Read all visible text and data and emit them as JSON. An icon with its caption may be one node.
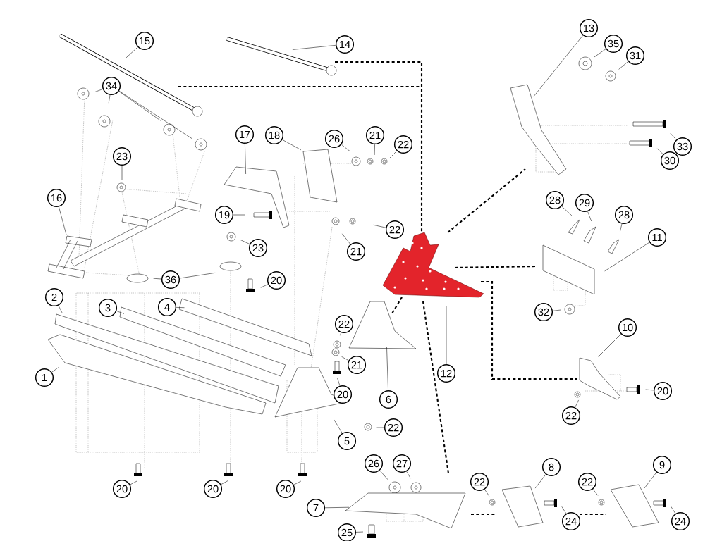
{
  "diagram": {
    "nodes": [
      {
        "text": [
          "13"
        ]
      },
      {
        "text": [
          "15"
        ]
      },
      {
        "text": [
          "14"
        ]
      },
      {
        "text": [
          "35"
        ]
      },
      {
        "text": [
          "31"
        ]
      },
      {
        "text": [
          "34"
        ]
      },
      {
        "text": [
          "17"
        ]
      },
      {
        "text": [
          "18"
        ]
      },
      {
        "text": [
          "26"
        ]
      },
      {
        "text": [
          "21"
        ]
      },
      {
        "text": [
          "22"
        ]
      },
      {
        "text": [
          "33"
        ]
      },
      {
        "text": [
          "30"
        ]
      },
      {
        "text": [
          "23"
        ]
      },
      {
        "text": [
          "16"
        ]
      },
      {
        "text": [
          "28"
        ]
      },
      {
        "text": [
          "29"
        ]
      },
      {
        "text": [
          "28"
        ]
      },
      {
        "text": [
          "19"
        ]
      },
      {
        "text": [
          "22"
        ]
      },
      {
        "text": [
          "11"
        ]
      },
      {
        "text": [
          "23"
        ]
      },
      {
        "text": [
          "21"
        ]
      },
      {
        "text": [
          "36"
        ]
      },
      {
        "text": [
          "20"
        ]
      },
      {
        "text": [
          "2"
        ]
      },
      {
        "text": [
          "4"
        ]
      },
      {
        "text": [
          "3"
        ]
      },
      {
        "text": [
          "32"
        ]
      },
      {
        "text": [
          "10"
        ]
      },
      {
        "text": [
          "22"
        ]
      },
      {
        "text": [
          "21"
        ]
      },
      {
        "text": [
          "12"
        ]
      },
      {
        "text": [
          "1"
        ]
      },
      {
        "text": [
          "20"
        ]
      },
      {
        "text": [
          "20"
        ]
      },
      {
        "text": [
          "6"
        ]
      },
      {
        "text": [
          "22"
        ]
      },
      {
        "text": [
          "22"
        ]
      },
      {
        "text": [
          "5"
        ]
      },
      {
        "text": [
          "26"
        ]
      },
      {
        "text": [
          "27"
        ]
      },
      {
        "text": [
          "8"
        ]
      },
      {
        "text": [
          "9"
        ]
      },
      {
        "text": [
          "20"
        ]
      },
      {
        "text": [
          "20"
        ]
      },
      {
        "text": [
          "20"
        ]
      },
      {
        "text": [
          "22"
        ]
      },
      {
        "text": [
          "22"
        ]
      },
      {
        "text": [
          "7"
        ]
      },
      {
        "text": [
          "24"
        ]
      },
      {
        "text": [
          "24"
        ]
      },
      {
        "text": [
          "25"
        ]
      }
    ],
    "edges": [
      {
        "from": 0,
        "to": null,
        "arrow": "none"
      },
      {
        "from": 1,
        "to": null,
        "arrow": "none"
      },
      {
        "from": 2,
        "to": null,
        "arrow": "none"
      },
      {
        "from": 3,
        "to": null,
        "arrow": "none"
      },
      {
        "from": 4,
        "to": null,
        "arrow": "none"
      },
      {
        "from": 5,
        "to": null,
        "arrow": "none"
      },
      {
        "from": 5,
        "to": null,
        "arrow": "none"
      },
      {
        "from": 5,
        "to": null,
        "arrow": "none"
      },
      {
        "from": 5,
        "to": null,
        "arrow": "none"
      },
      {
        "from": 6,
        "to": null,
        "arrow": "none"
      },
      {
        "from": 7,
        "to": null,
        "arrow": "none"
      },
      {
        "from": 8,
        "to": null,
        "arrow": "none"
      },
      {
        "from": 9,
        "to": null,
        "arrow": "none"
      },
      {
        "from": 10,
        "to": null,
        "arrow": "none"
      },
      {
        "from": 11,
        "to": null,
        "arrow": "none"
      },
      {
        "from": 12,
        "to": null,
        "arrow": "none"
      },
      {
        "from": 13,
        "to": null,
        "arrow": "none"
      },
      {
        "from": 14,
        "to": null,
        "arrow": "none"
      },
      {
        "from": 15,
        "to": null,
        "arrow": "none"
      },
      {
        "from": 16,
        "to": null,
        "arrow": "none"
      },
      {
        "from": 17,
        "to": null,
        "arrow": "none"
      },
      {
        "from": 18,
        "to": null,
        "arrow": "none"
      },
      {
        "from": 19,
        "to": null,
        "arrow": "none"
      },
      {
        "from": 20,
        "to": null,
        "arrow": "none"
      },
      {
        "from": 21,
        "to": null,
        "arrow": "none"
      },
      {
        "from": 22,
        "to": null,
        "arrow": "none"
      },
      {
        "from": 23,
        "to": null,
        "arrow": "none"
      },
      {
        "from": 23,
        "to": null,
        "arrow": "none"
      },
      {
        "from": 24,
        "to": null,
        "arrow": "none"
      },
      {
        "from": 25,
        "to": null,
        "arrow": "none"
      },
      {
        "from": 26,
        "to": null,
        "arrow": "none"
      },
      {
        "from": 27,
        "to": null,
        "arrow": "none"
      },
      {
        "from": 28,
        "to": null,
        "arrow": "none"
      },
      {
        "from": 29,
        "to": null,
        "arrow": "none"
      },
      {
        "from": 30,
        "to": null,
        "arrow": "none"
      },
      {
        "from": 31,
        "to": null,
        "arrow": "none"
      },
      {
        "from": 32,
        "to": null,
        "arrow": "none"
      },
      {
        "from": 33,
        "to": null,
        "arrow": "none"
      },
      {
        "from": 34,
        "to": null,
        "arrow": "none"
      },
      {
        "from": 35,
        "to": null,
        "arrow": "none"
      },
      {
        "from": 36,
        "to": null,
        "arrow": "none"
      },
      {
        "from": 37,
        "to": null,
        "arrow": "none"
      },
      {
        "from": 38,
        "to": null,
        "arrow": "none"
      },
      {
        "from": 39,
        "to": null,
        "arrow": "none"
      },
      {
        "from": 40,
        "to": null,
        "arrow": "none"
      },
      {
        "from": 41,
        "to": null,
        "arrow": "none"
      },
      {
        "from": 42,
        "to": null,
        "arrow": "none"
      },
      {
        "from": 43,
        "to": null,
        "arrow": "none"
      },
      {
        "from": 44,
        "to": null,
        "arrow": "none"
      },
      {
        "from": 45,
        "to": null,
        "arrow": "none"
      },
      {
        "from": 46,
        "to": null,
        "arrow": "none"
      },
      {
        "from": 47,
        "to": null,
        "arrow": "none"
      },
      {
        "from": 48,
        "to": null,
        "arrow": "none"
      },
      {
        "from": 49,
        "to": null,
        "arrow": "none"
      },
      {
        "from": 50,
        "to": null,
        "arrow": "none"
      },
      {
        "from": 51,
        "to": null,
        "arrow": "none"
      },
      {
        "from": 52,
        "to": null,
        "arrow": "none"
      }
    ]
  }
}
